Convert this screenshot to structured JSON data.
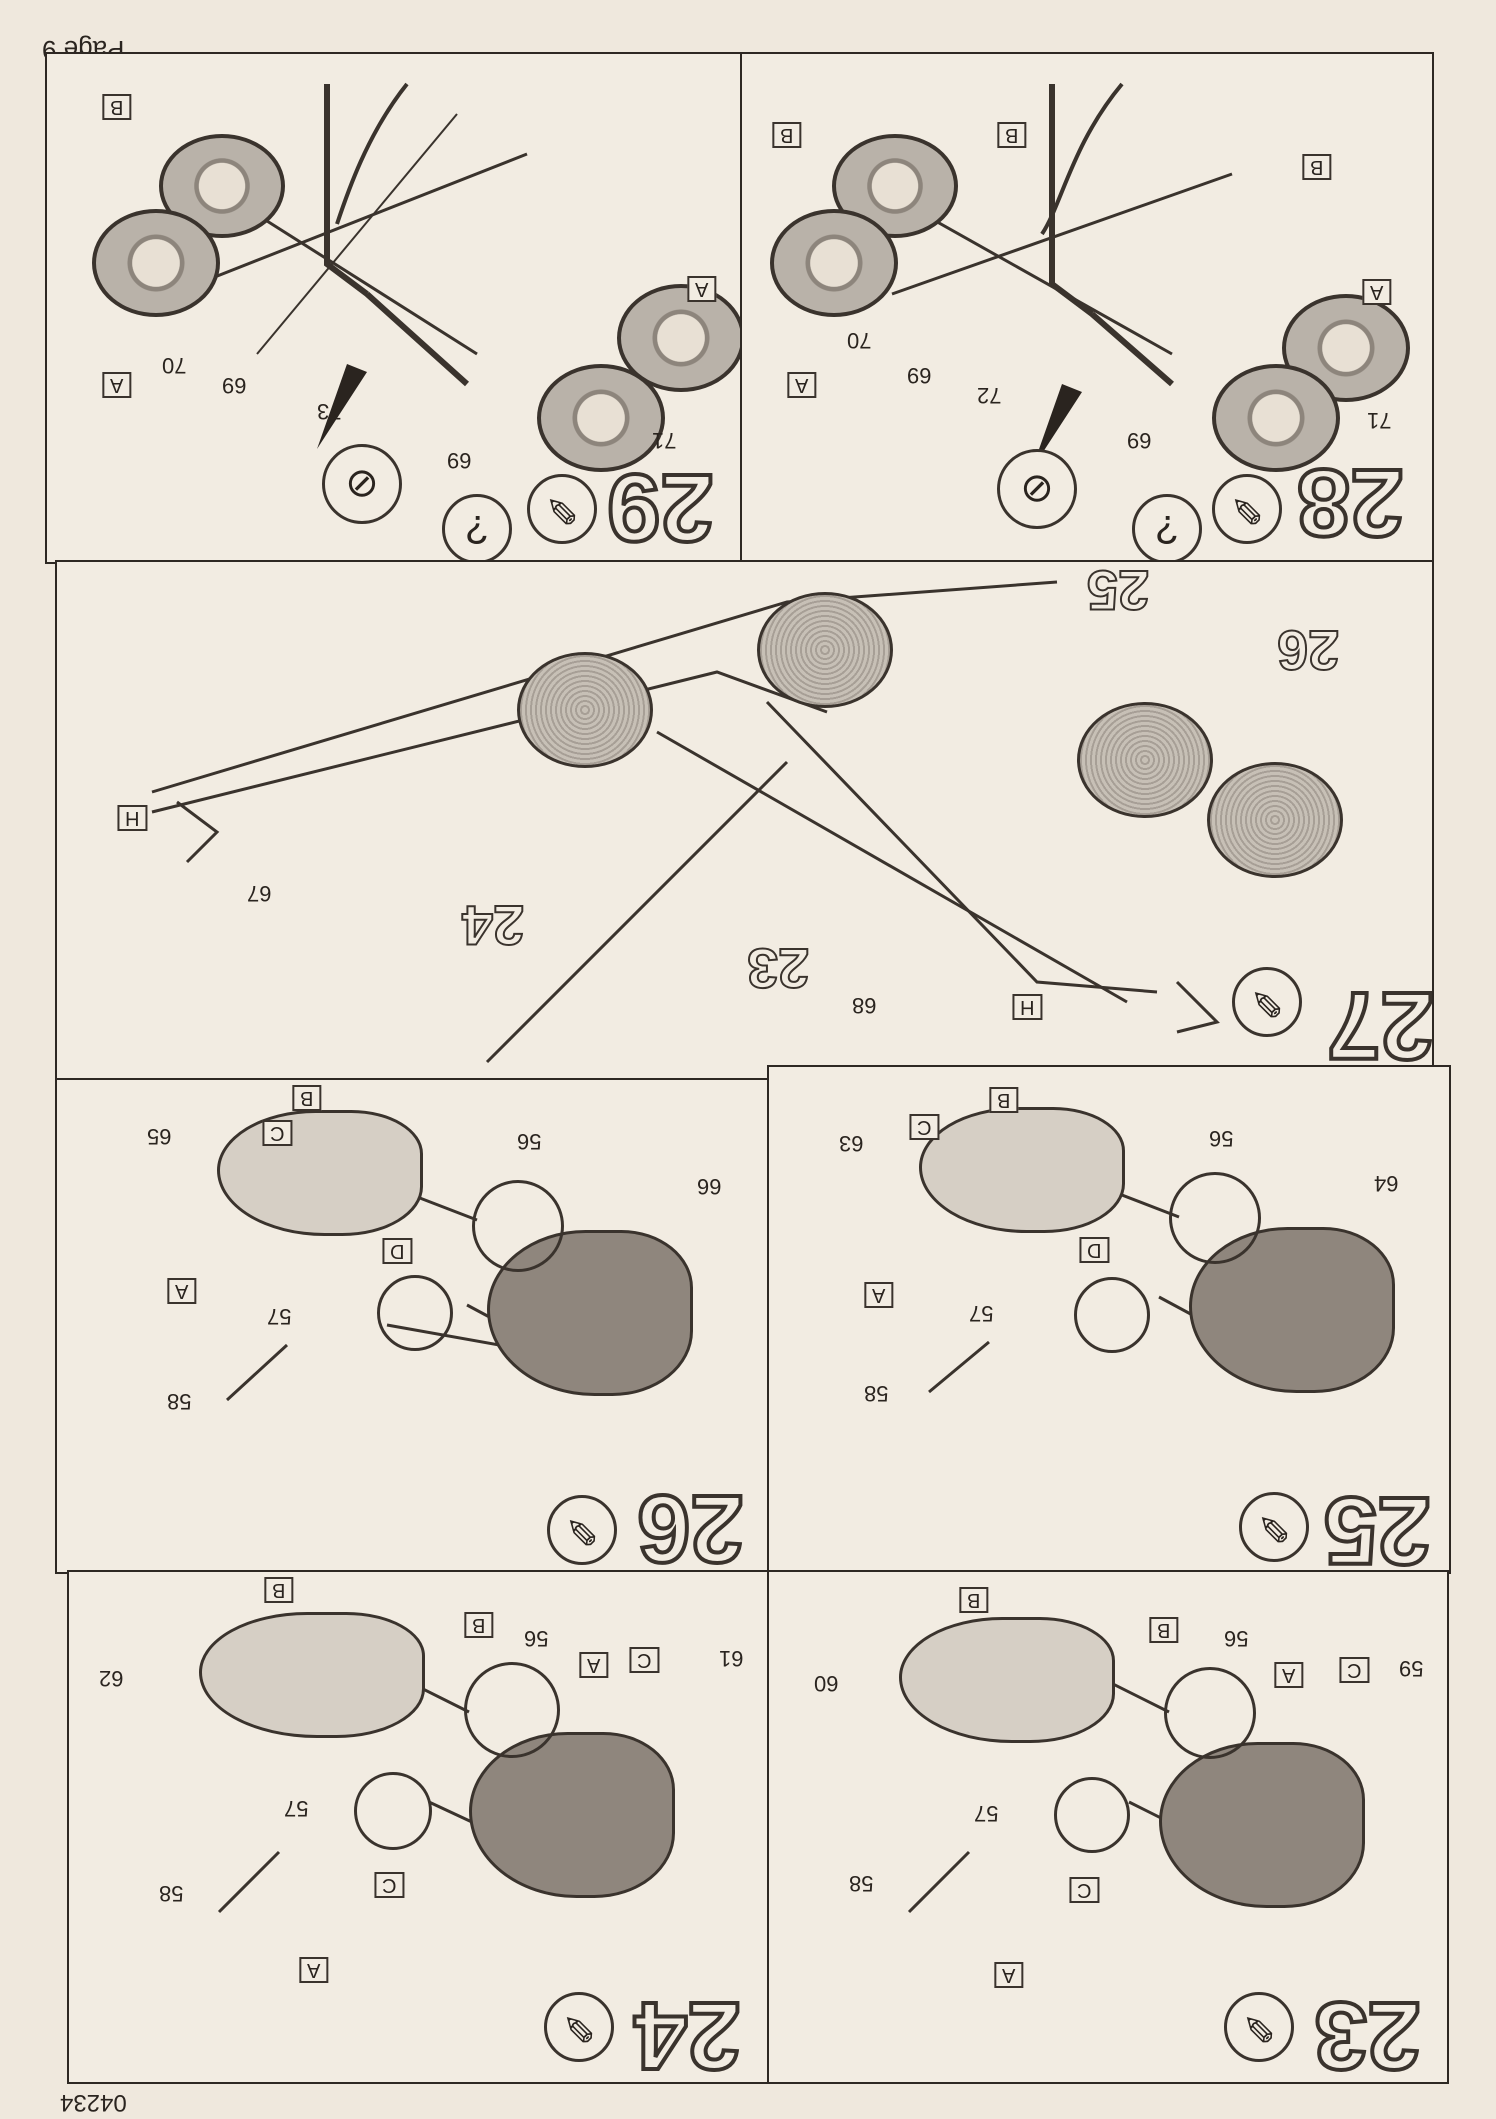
{
  "header": {
    "page_label": "Page 9"
  },
  "footer": {
    "code": "04234"
  },
  "panels": {
    "p29": {
      "step": "29",
      "parts": [
        "69",
        "69",
        "70",
        "71",
        "73"
      ],
      "tags": [
        "A",
        "A",
        "B"
      ]
    },
    "p28": {
      "step": "28",
      "parts": [
        "69",
        "69",
        "70",
        "71",
        "72"
      ],
      "tags": [
        "A",
        "A",
        "B",
        "B",
        "B"
      ]
    },
    "p27": {
      "step": "27",
      "parts": [
        "67",
        "68",
        "23",
        "24",
        "25",
        "26"
      ],
      "tags": [
        "H",
        "H"
      ]
    },
    "p26": {
      "step": "26",
      "parts": [
        "56",
        "57",
        "58",
        "65",
        "66"
      ],
      "tags": [
        "A",
        "B",
        "C",
        "D"
      ]
    },
    "p25": {
      "step": "25",
      "parts": [
        "56",
        "57",
        "58",
        "63",
        "64"
      ],
      "tags": [
        "A",
        "B",
        "C",
        "D"
      ]
    },
    "p24": {
      "step": "24",
      "parts": [
        "56",
        "57",
        "58",
        "61",
        "62"
      ],
      "tags": [
        "A",
        "A",
        "B",
        "B",
        "C",
        "C"
      ]
    },
    "p23": {
      "step": "23",
      "parts": [
        "56",
        "57",
        "58",
        "59",
        "60"
      ],
      "tags": [
        "A",
        "A",
        "B",
        "B",
        "C",
        "C"
      ]
    }
  },
  "icons": {
    "glue": "glue-tube-icon",
    "question": "question-mark-icon",
    "no_glue": "no-glue-icon"
  }
}
